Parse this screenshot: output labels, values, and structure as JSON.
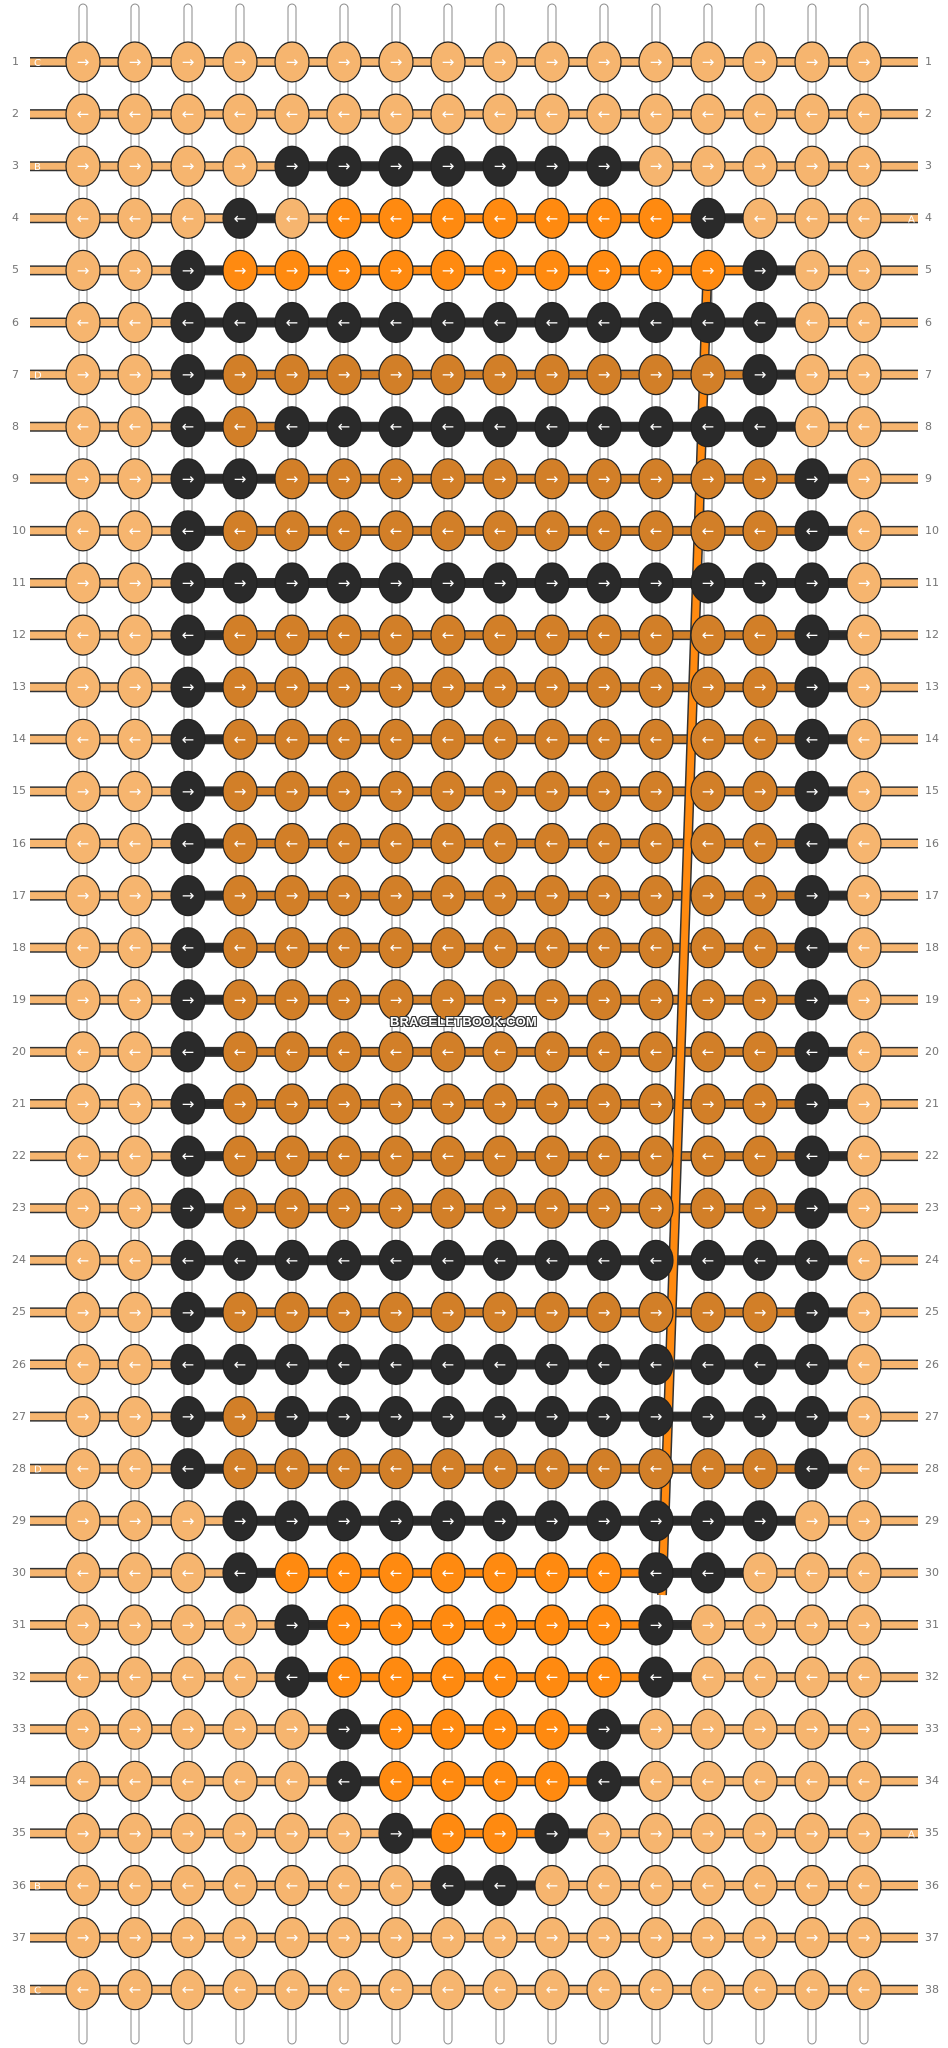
{
  "watermark": "BRACELETBOOK.COM",
  "colors": {
    "A": "#f6b56f",
    "B": "#2a2a2a",
    "C": "#d27f28",
    "D": "#ff8a10"
  },
  "left_labels": [
    {
      "row": 1,
      "text": "C"
    },
    {
      "row": 3,
      "text": "B"
    },
    {
      "row": 7,
      "text": "D"
    },
    {
      "row": 28,
      "text": "D"
    },
    {
      "row": 36,
      "text": "B"
    },
    {
      "row": 38,
      "text": "C"
    }
  ],
  "right_labels": [
    {
      "row": 4,
      "text": "A"
    },
    {
      "row": 35,
      "text": "A"
    }
  ],
  "rows": [
    "AAAAAAAAAAAAAAAA",
    "AAAAAAAAAAAAAAAA",
    "AAAABBBBBBBAAAAA",
    "AAAB DDDDDDDBAAA",
    "AABDDDDDDDDDDBAA",
    "AABBBBBBBBBBBBAA",
    "AABCCCCCCCCCCBAA",
    "AABCBBBBBBBBBBAA",
    "AABBCCCCCCCCCCBAA",
    "AABCCCCCCCCCCCBA",
    "AABBBBBBBBBBBBBA",
    "AABCCCCCCCCCCCBA",
    "AABCCCCCCCCCCCBA",
    "AABCCCCCCCCCCCBA",
    "AABCCCCCCCCCCCBA",
    "AABCCCCCCCCCCCBA",
    "AABCCCCCCCCCCCBA",
    "AABCCCCCCCCCCCBA",
    "AABCCCCCCCCCCCBA",
    "AABCCCCCCCCCCCBA",
    "AABCCCCCCCCCCCBA",
    "AABCCCCCCCCCCCBA",
    "AABCCCCCCCCCCCBA",
    "AABBBBBBBBBBBBBA",
    "AABCCCCCCCCCCCBA",
    "AABBBBBBBBBBBBBA",
    "AABCBBBBBBBBBBBA",
    "AABCCCCCCCCCCCBA",
    "AAABBBBBBBBBBBAA",
    "AAABDDDDDDDBBAAA",
    "AAAABDDDDDDBAAAA",
    "AAAABDDDDDDBAAAA",
    "AAAAABDDDDBAAAAA",
    "AAAAABDDDDBAAAAA",
    "AAAAAABDDBAAAAAA",
    "AAAAAAABBAAAAAAA",
    "AAAAAAAAAAAAAAAA",
    "AAAAAAAAAAAAAAAA"
  ]
}
